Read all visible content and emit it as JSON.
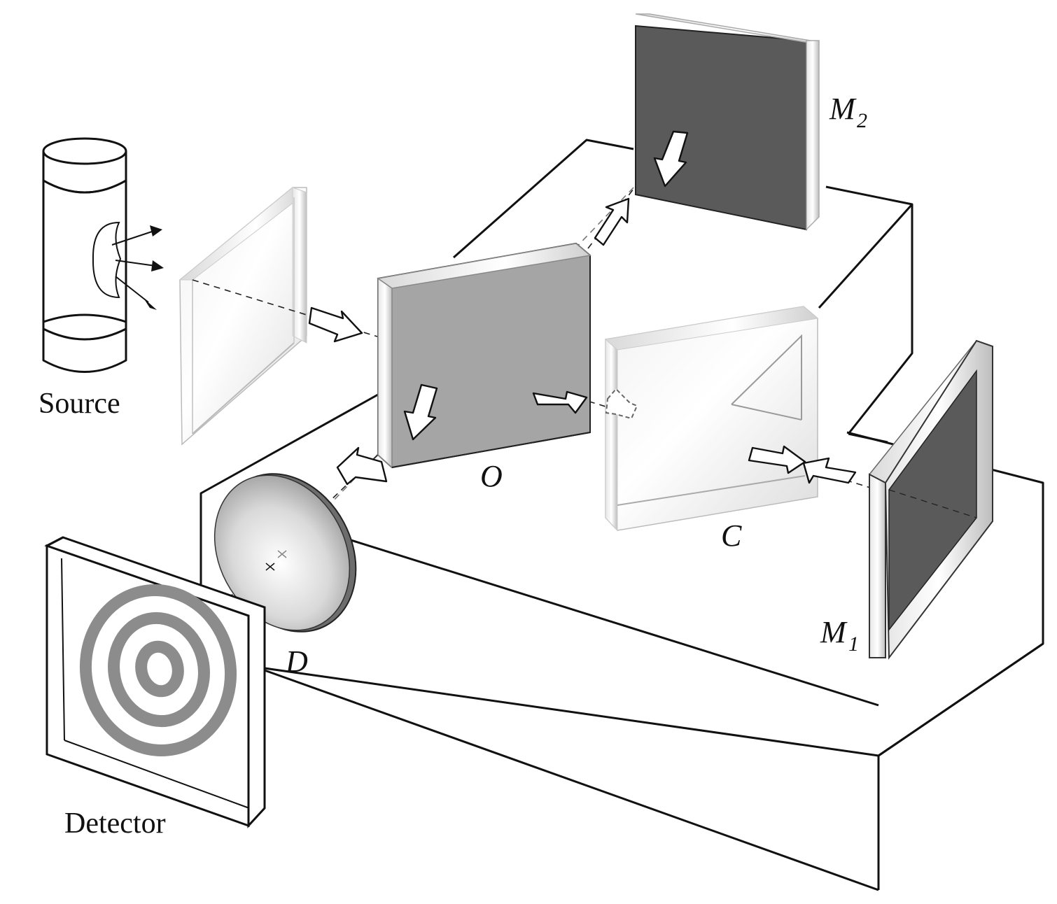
{
  "labels": {
    "source": "Source",
    "detector": "Detector",
    "beam_splitter": "O",
    "compensator": "C",
    "mirror2_main": "M",
    "mirror2_sub": "2",
    "mirror1_main": "M",
    "mirror1_sub": "1",
    "lens": "D"
  },
  "colors": {
    "line": "#111111",
    "beam_splitter_face": "#a5a5a5",
    "mirror_face": "#5a5a5a",
    "detector_rings": "#8c8c8c",
    "background": "#ffffff"
  },
  "components": [
    "source-lamp",
    "entrance-plate",
    "beam-splitter-O",
    "compensator-C",
    "mirror-M2",
    "mirror-M1",
    "lens-D",
    "detector-screen"
  ]
}
